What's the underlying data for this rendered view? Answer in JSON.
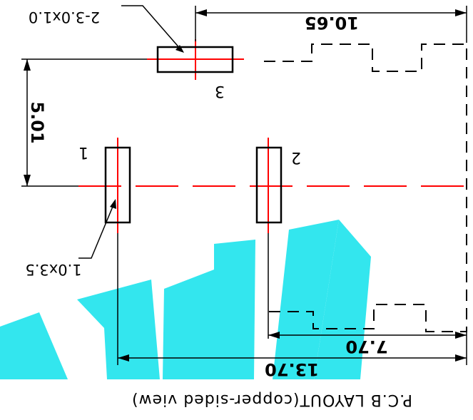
{
  "drawing": {
    "title": "P.C.B LAYOUT(copper-sided view)",
    "pads": [
      {
        "number": "1"
      },
      {
        "number": "2"
      },
      {
        "number": "3"
      }
    ],
    "notes": {
      "pad3_size": "2-3.0x1.0",
      "pad1_size": "1.0x3.5"
    },
    "dimensions": {
      "d1": "10.65",
      "d2": "5.01",
      "d3": "7.70",
      "d4": "13.70"
    },
    "colors": {
      "outline": "#000000",
      "centerline": "#ff0000",
      "watermark": "#33e6ee"
    },
    "orientation": "rotated 180 degrees (upside down)"
  }
}
